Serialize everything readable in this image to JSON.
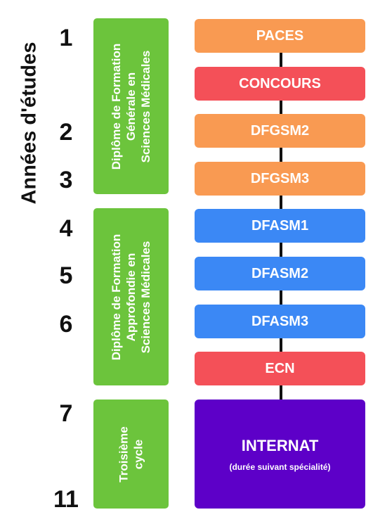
{
  "axis_title": "Années d'études",
  "years": [
    "1",
    "2",
    "3",
    "4",
    "5",
    "6",
    "7",
    "11"
  ],
  "cycles": [
    "Diplôme de Formation\nGénérale en\nSciences Médicales",
    "Diplôme de Formation\nApprofondie en\nSciences Médicales",
    "Troisième\ncycle"
  ],
  "steps": [
    "PACES",
    "CONCOURS",
    "DFGSM2",
    "DFGSM3",
    "DFASM1",
    "DFASM2",
    "DFASM3",
    "ECN"
  ],
  "internat": {
    "title": "INTERNAT",
    "subtitle": "(durée suivant spécialité)"
  },
  "colors": {
    "cycle_green": "#6cc43c",
    "step_orange": "#f99a52",
    "step_red": "#f45058",
    "step_blue": "#3b88f5",
    "internat_purple": "#5d00c8"
  }
}
